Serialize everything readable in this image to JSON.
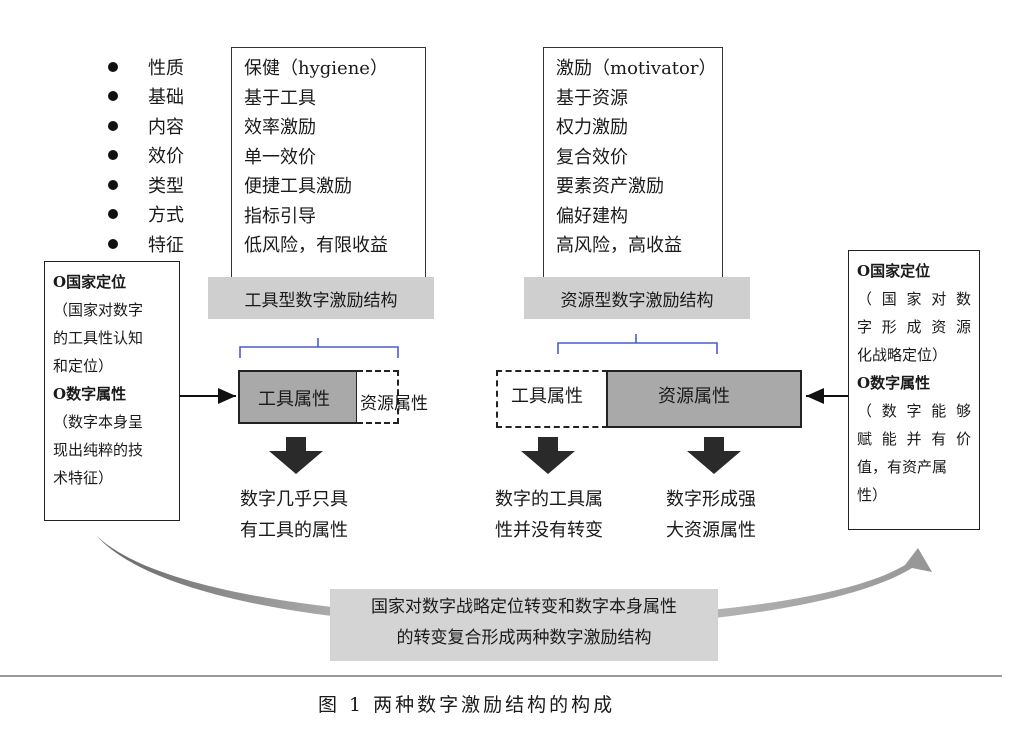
{
  "properties": [
    "性质",
    "基础",
    "内容",
    "效价",
    "类型",
    "方式",
    "特征"
  ],
  "tool_attributes": [
    "保健（hygiene）",
    "基于工具",
    "效率激励",
    "单一效价",
    "便捷工具激励",
    "指标引导",
    "低风险，有限收益"
  ],
  "resource_attributes": [
    "激励（motivator）",
    "基于资源",
    "权力激励",
    "复合效价",
    "要素资产激励",
    "偏好建构",
    "高风险，高收益"
  ],
  "tool_structure_title": "工具型数字激励结构",
  "resource_structure_title": "资源型数字激励结构",
  "left_box": {
    "heading1": "O国家定位",
    "lines1": [
      "（国家对数字",
      "的工具性认知",
      "和定位）"
    ],
    "heading2": "O数字属性",
    "lines2": [
      "（数字本身呈",
      "现出纯粹的技",
      "术特征）"
    ]
  },
  "right_box": {
    "heading1": "O国家定位",
    "lines1": [
      "（国家对数",
      "字形成资源",
      "化战略定位）"
    ],
    "heading2": "O数字属性",
    "lines2": [
      "（数字能够",
      "赋能并有价",
      "值，有资产属",
      "性）"
    ]
  },
  "tool_bar": {
    "solid_label": "工具属性",
    "dashed_label": "资源属性"
  },
  "resource_bar": {
    "dashed_label": "工具属性",
    "solid_label": "资源属性"
  },
  "results": {
    "tool": [
      "数字几乎只具",
      "有工具的属性"
    ],
    "resource_tool": [
      "数字的工具属",
      "性并没有转变"
    ],
    "resource_resource": [
      "数字形成强",
      "大资源属性"
    ]
  },
  "bottom_box": [
    "国家对数字战略定位转变和数字本身属性",
    "的转变复合形成两种数字激励结构"
  ],
  "caption": "图 1   两种数字激励结构的构成"
}
